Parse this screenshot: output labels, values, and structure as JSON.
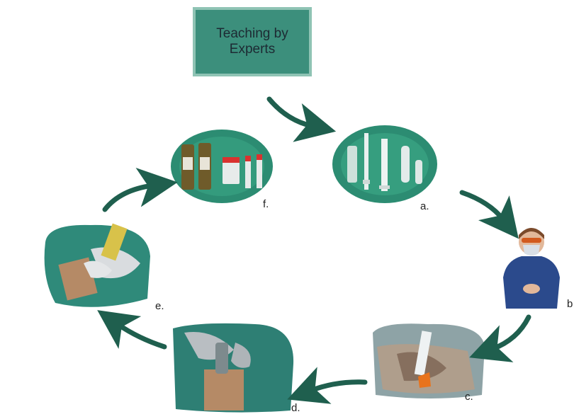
{
  "title": "Teaching by\nExperts",
  "steps": [
    {
      "label": "a.",
      "icon": "syringes-ampoules"
    },
    {
      "label": "b",
      "icon": "expert-surgeon"
    },
    {
      "label": "c.",
      "icon": "marking-biopsy-site"
    },
    {
      "label": "d.",
      "icon": "needle-aspiration"
    },
    {
      "label": "e.",
      "icon": "biopsy-sampling"
    },
    {
      "label": "f.",
      "icon": "sample-containers"
    }
  ],
  "colors": {
    "box": "#3c8f7c",
    "box_border": "#8fc3b4",
    "arrow": "#1f5f4e",
    "drape": "#2f8a7a"
  }
}
